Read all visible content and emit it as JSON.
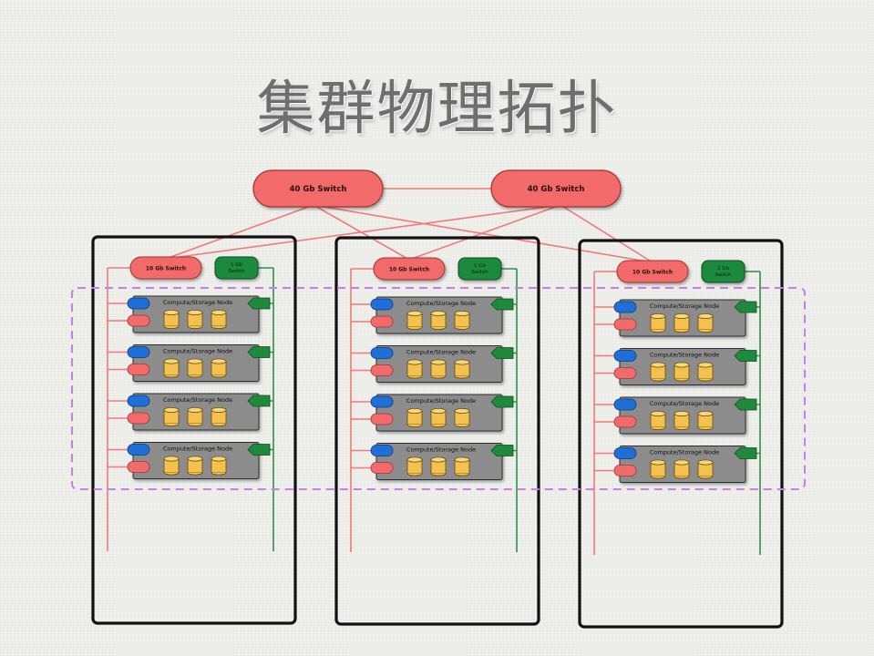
{
  "title": "集群物理拓扑",
  "core_switches": [
    {
      "label": "40 Gb Switch"
    },
    {
      "label": "40 Gb Switch"
    }
  ],
  "racks": [
    {
      "switch_10g": "10 Gb Switch",
      "switch_1g": [
        "1 Gb",
        "Switch"
      ],
      "nodes": [
        {
          "label": "Compute/Storage Node"
        },
        {
          "label": "Compute/Storage Node"
        },
        {
          "label": "Compute/Storage Node"
        },
        {
          "label": "Compute/Storage Node"
        }
      ]
    },
    {
      "switch_10g": "10 Gb Switch",
      "switch_1g": [
        "1 Gb",
        "Switch"
      ],
      "nodes": [
        {
          "label": "Compute/Storage Node"
        },
        {
          "label": "Compute/Storage Node"
        },
        {
          "label": "Compute/Storage Node"
        },
        {
          "label": "Compute/Storage Node"
        }
      ]
    },
    {
      "switch_10g": "10 Gb Switch",
      "switch_1g": [
        "1 Gb",
        "Switch"
      ],
      "nodes": [
        {
          "label": "Compute/Storage Node"
        },
        {
          "label": "Compute/Storage Node"
        },
        {
          "label": "Compute/Storage Node"
        },
        {
          "label": "Compute/Storage Node"
        }
      ]
    }
  ],
  "colors": {
    "switch_fill": "#f26a6a",
    "switch_stroke": "#9e3434",
    "green_fill": "#1f8a3c",
    "red_line": "#f07a7a",
    "green_line": "#2f8f4e",
    "node_fill": "#8c8c8c",
    "disk_fill": "#f2c14e",
    "blue_port": "#1f6fd8",
    "dashed_group": "#c77dea",
    "rack_frame": "#111111"
  }
}
